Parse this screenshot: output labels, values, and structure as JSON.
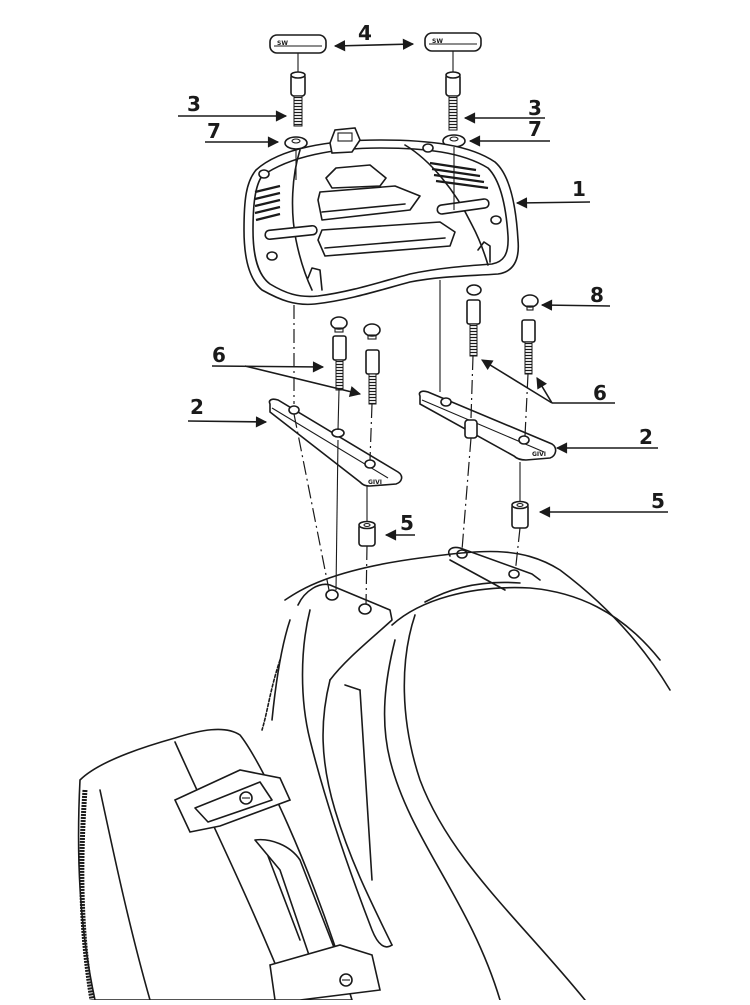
{
  "diagram": {
    "title": "Top case rack mounting kit - exploded view",
    "type": "exploded-assembly",
    "line_color": "#1a1a1a",
    "background": "#ffffff",
    "parts": [
      {
        "number": "1",
        "name": "Rack plate"
      },
      {
        "number": "2",
        "name": "Mounting arm"
      },
      {
        "number": "3",
        "name": "Plate bolt"
      },
      {
        "number": "4",
        "name": "Slot cover cap"
      },
      {
        "number": "5",
        "name": "Spacer"
      },
      {
        "number": "6",
        "name": "Arm bolt"
      },
      {
        "number": "7",
        "name": "Washer"
      },
      {
        "number": "8",
        "name": "Bolt cap"
      }
    ],
    "callouts": [
      {
        "id": "c4",
        "label": "4",
        "part": "Slot cover cap"
      },
      {
        "id": "c3-left",
        "label": "3",
        "part": "Plate bolt"
      },
      {
        "id": "c3-right",
        "label": "3",
        "part": "Plate bolt"
      },
      {
        "id": "c7-left",
        "label": "7",
        "part": "Washer"
      },
      {
        "id": "c7-right",
        "label": "7",
        "part": "Washer"
      },
      {
        "id": "c1",
        "label": "1",
        "part": "Rack plate"
      },
      {
        "id": "c8",
        "label": "8",
        "part": "Bolt cap"
      },
      {
        "id": "c6-left",
        "label": "6",
        "part": "Arm bolt"
      },
      {
        "id": "c6-right",
        "label": "6",
        "part": "Arm bolt"
      },
      {
        "id": "c2-left",
        "label": "2",
        "part": "Mounting arm"
      },
      {
        "id": "c2-right",
        "label": "2",
        "part": "Mounting arm"
      },
      {
        "id": "c5-left",
        "label": "5",
        "part": "Spacer"
      },
      {
        "id": "c5-right",
        "label": "5",
        "part": "Spacer"
      }
    ],
    "cap_stamp": "SW",
    "arm_stamp": "GIVI"
  }
}
